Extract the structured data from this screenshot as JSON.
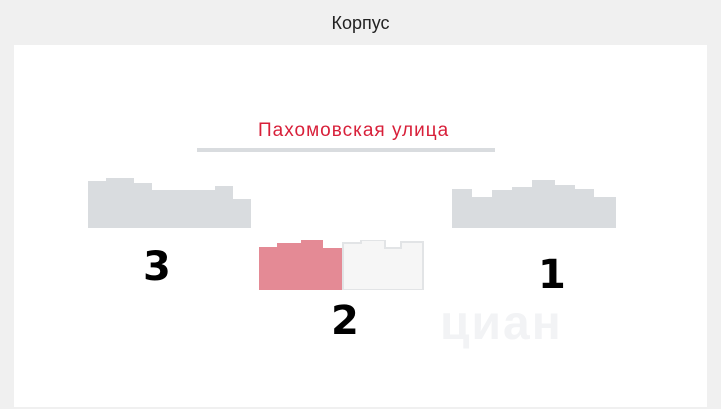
{
  "header": {
    "title": "Корпус"
  },
  "site_plan": {
    "street_name": "Пахомовская  улица",
    "buildings": [
      {
        "number": "3",
        "highlighted": false
      },
      {
        "number": "2",
        "highlighted": true
      },
      {
        "number": "1",
        "highlighted": false
      }
    ],
    "watermark": "циан"
  },
  "colors": {
    "street_label": "#d8203a",
    "building_gray": "#d9dcdf",
    "building_highlight": "#e48a95",
    "building_outline": "#e2e4e6"
  }
}
